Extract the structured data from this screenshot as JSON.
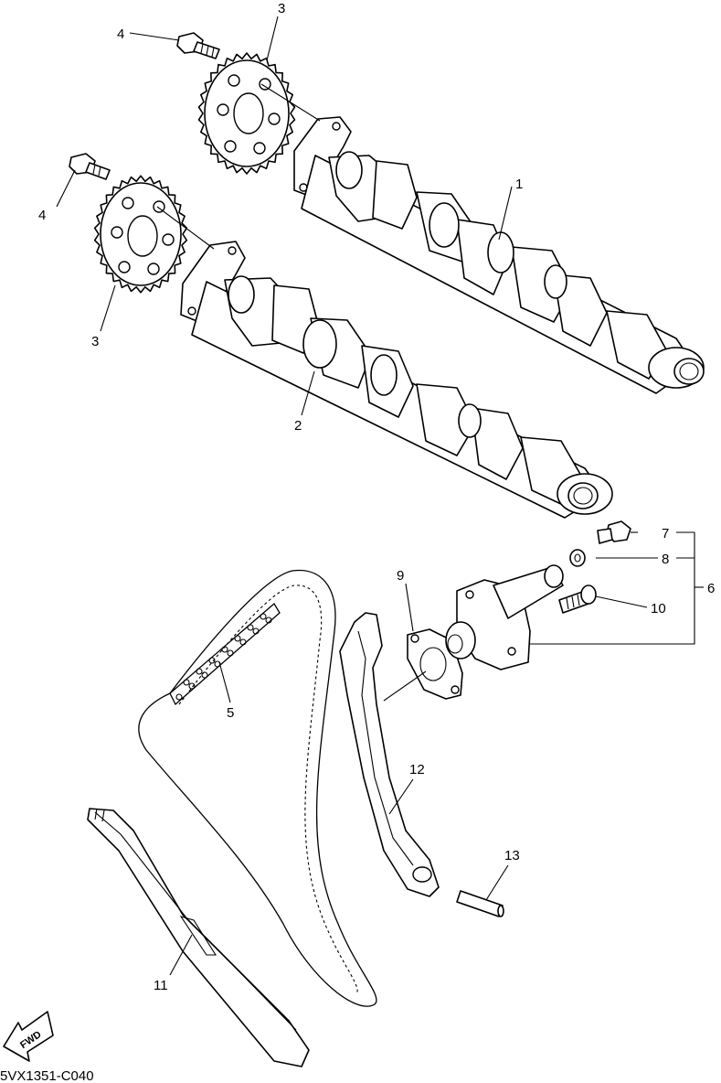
{
  "callouts": {
    "c1": "1",
    "c2": "2",
    "c3_top": "3",
    "c3_bottom": "3",
    "c4_top": "4",
    "c4_bottom": "4",
    "c5": "5",
    "c6": "6",
    "c7": "7",
    "c8": "8",
    "c9": "9",
    "c10": "10",
    "c11": "11",
    "c12": "12",
    "c13": "13"
  },
  "fwd_label": "FWD",
  "diagram_code": "5VX1351-C040"
}
